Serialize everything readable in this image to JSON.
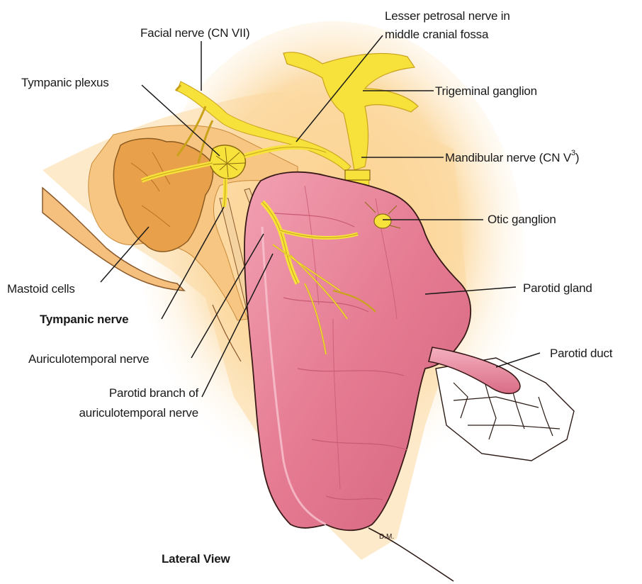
{
  "diagram": {
    "view_caption": "Lateral View",
    "artist_signature": "D.M.",
    "colors": {
      "nerve": "#f6e23a",
      "nerve_outline": "#c9a21a",
      "background_glow": "#fbd79a",
      "bone": "#f7c37a",
      "mastoid": "#e9a04a",
      "parotid": "#e67e93",
      "parotid_highlight": "#f3a9b8",
      "parotid_shadow": "#c85a74",
      "outline": "#2b1a14"
    },
    "labels": {
      "facial_nerve": "Facial nerve (CN VII)",
      "lesser_petrosal_line1": "Lesser petrosal nerve in",
      "lesser_petrosal_line2": "middle cranial fossa",
      "tympanic_plexus": "Tympanic plexus",
      "trigeminal_ganglion": "Trigeminal ganglion",
      "mandibular_nerve_text": "Mandibular nerve (CN V",
      "mandibular_nerve_sup": "3",
      "mandibular_nerve_close": ")",
      "otic_ganglion": "Otic ganglion",
      "mastoid_cells": "Mastoid cells",
      "parotid_gland": "Parotid gland",
      "tympanic_nerve": "Tympanic nerve",
      "parotid_duct": "Parotid duct",
      "auriculotemporal_nerve": "Auriculotemporal nerve",
      "parotid_branch_line1": "Parotid branch of",
      "parotid_branch_line2": "auriculotemporal nerve"
    }
  }
}
